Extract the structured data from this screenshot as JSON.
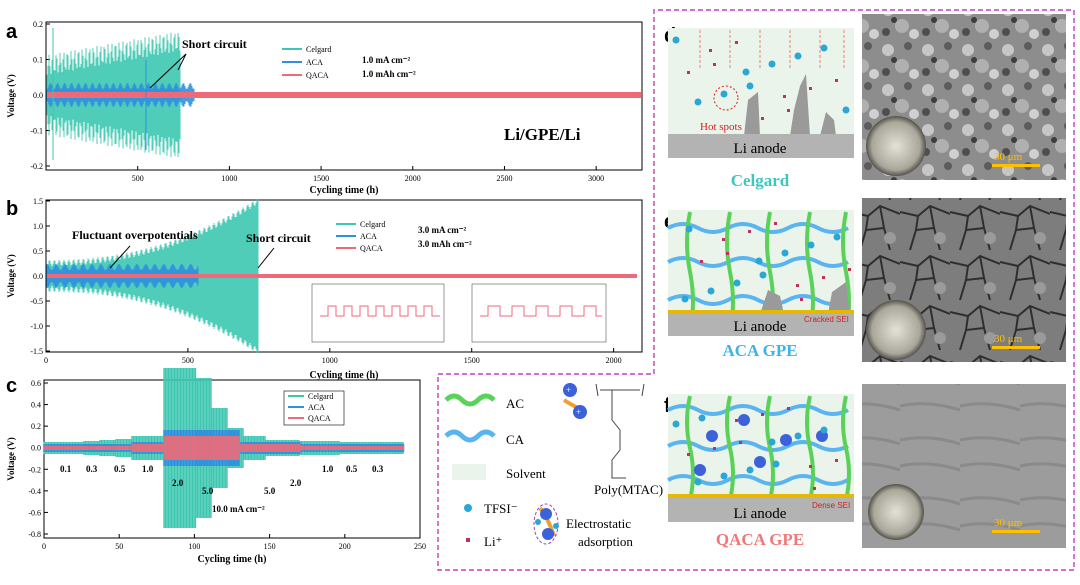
{
  "colors": {
    "celgard": "#3cc8b0",
    "aca": "#2f8fe0",
    "qaca": "#ee6a78",
    "frame": "#c040c0",
    "anode": "#b3b3b3",
    "ac_fiber": "#5ad25a",
    "ca_fiber": "#5ab4f0",
    "li_ion": "#2aa7d6",
    "tfsi": "#c0305a",
    "sei": "#e6b800"
  },
  "legend": {
    "celgard": "Celgard",
    "aca": "ACA",
    "qaca": "QACA"
  },
  "panel_a": {
    "letter": "a",
    "ylabel": "Voltage (V)",
    "xlabel": "Cycling time (h)",
    "yticks": [
      "0.2",
      "0.1",
      "0.0",
      "-0.1",
      "-0.2"
    ],
    "xticks": [
      "500",
      "1000",
      "1500",
      "2000",
      "2500",
      "3000"
    ],
    "current": "1.0 mA cm⁻²",
    "capacity": "1.0 mAh cm⁻²",
    "annotation": "Short circuit",
    "cell_label": "Li/GPE/Li"
  },
  "panel_b": {
    "letter": "b",
    "ylabel": "Voltage (V)",
    "xlabel": "Cycling time (h)",
    "yticks": [
      "1.5",
      "1.0",
      "0.5",
      "0.0",
      "-0.5",
      "-1.0",
      "-1.5"
    ],
    "xticks": [
      "0",
      "500",
      "1000",
      "1500",
      "2000"
    ],
    "current": "3.0 mA cm⁻²",
    "capacity": "3.0 mAh cm⁻²",
    "annotation_short": "Short circuit",
    "annotation_fluct": "Fluctuant overpotentials"
  },
  "panel_c": {
    "letter": "c",
    "ylabel": "Voltage (V)",
    "xlabel": "Cycling time (h)",
    "yticks": [
      "0.6",
      "0.4",
      "0.2",
      "0.0",
      "-0.2",
      "-0.4",
      "-0.6",
      "-0.8"
    ],
    "xticks": [
      "0",
      "50",
      "100",
      "150",
      "200",
      "250"
    ],
    "rate_labels": [
      "0.1",
      "0.3",
      "0.5",
      "1.0",
      "2.0",
      "5.0",
      "10.0 mA cm⁻²",
      "5.0",
      "2.0",
      "1.0",
      "0.5",
      "0.3"
    ]
  },
  "key": {
    "ac": "AC",
    "ca": "CA",
    "solvent": "Solvent",
    "tfsi": "TFSI⁻",
    "li": "Li⁺",
    "polymer": "Poly(MTAC)",
    "adsorption_1": "Electrostatic",
    "adsorption_2": "adsorption"
  },
  "panel_d": {
    "letter": "d",
    "anode": "Li anode",
    "hot": "Hot spots",
    "caption": "Celgard",
    "scale": "30 μm"
  },
  "panel_e": {
    "letter": "e",
    "anode": "Li anode",
    "sei": "Cracked SEI",
    "caption": "ACA GPE",
    "scale": "30 μm"
  },
  "panel_f": {
    "letter": "f",
    "anode": "Li anode",
    "sei": "Dense SEI",
    "caption": "QACA GPE",
    "scale": "30 μm"
  }
}
